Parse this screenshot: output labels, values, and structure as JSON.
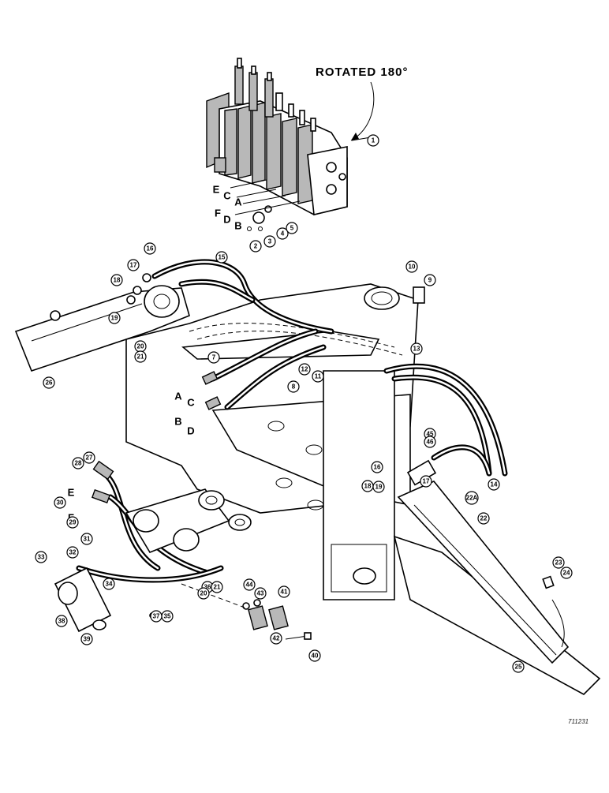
{
  "diagram": {
    "heading": "ROTATED 180°",
    "reference_number": "711231",
    "valve_letters": [
      "E",
      "C",
      "A",
      "F",
      "D",
      "B"
    ],
    "hose_letters": [
      "A",
      "C",
      "B",
      "D"
    ],
    "lower_letters": [
      "E",
      "F"
    ],
    "callouts": [
      "1",
      "2",
      "3",
      "4",
      "5",
      "7",
      "8",
      "9",
      "10",
      "11",
      "12",
      "13",
      "14",
      "15",
      "16",
      "17",
      "18",
      "19",
      "20",
      "21",
      "22",
      "22A",
      "23",
      "24",
      "25",
      "26",
      "27",
      "28",
      "29",
      "30",
      "31",
      "32",
      "33",
      "34",
      "35",
      "36",
      "37",
      "38",
      "39",
      "40",
      "41",
      "42",
      "43",
      "44",
      "45",
      "46",
      "16",
      "17",
      "18",
      "19",
      "20",
      "21",
      "33",
      "34"
    ]
  }
}
